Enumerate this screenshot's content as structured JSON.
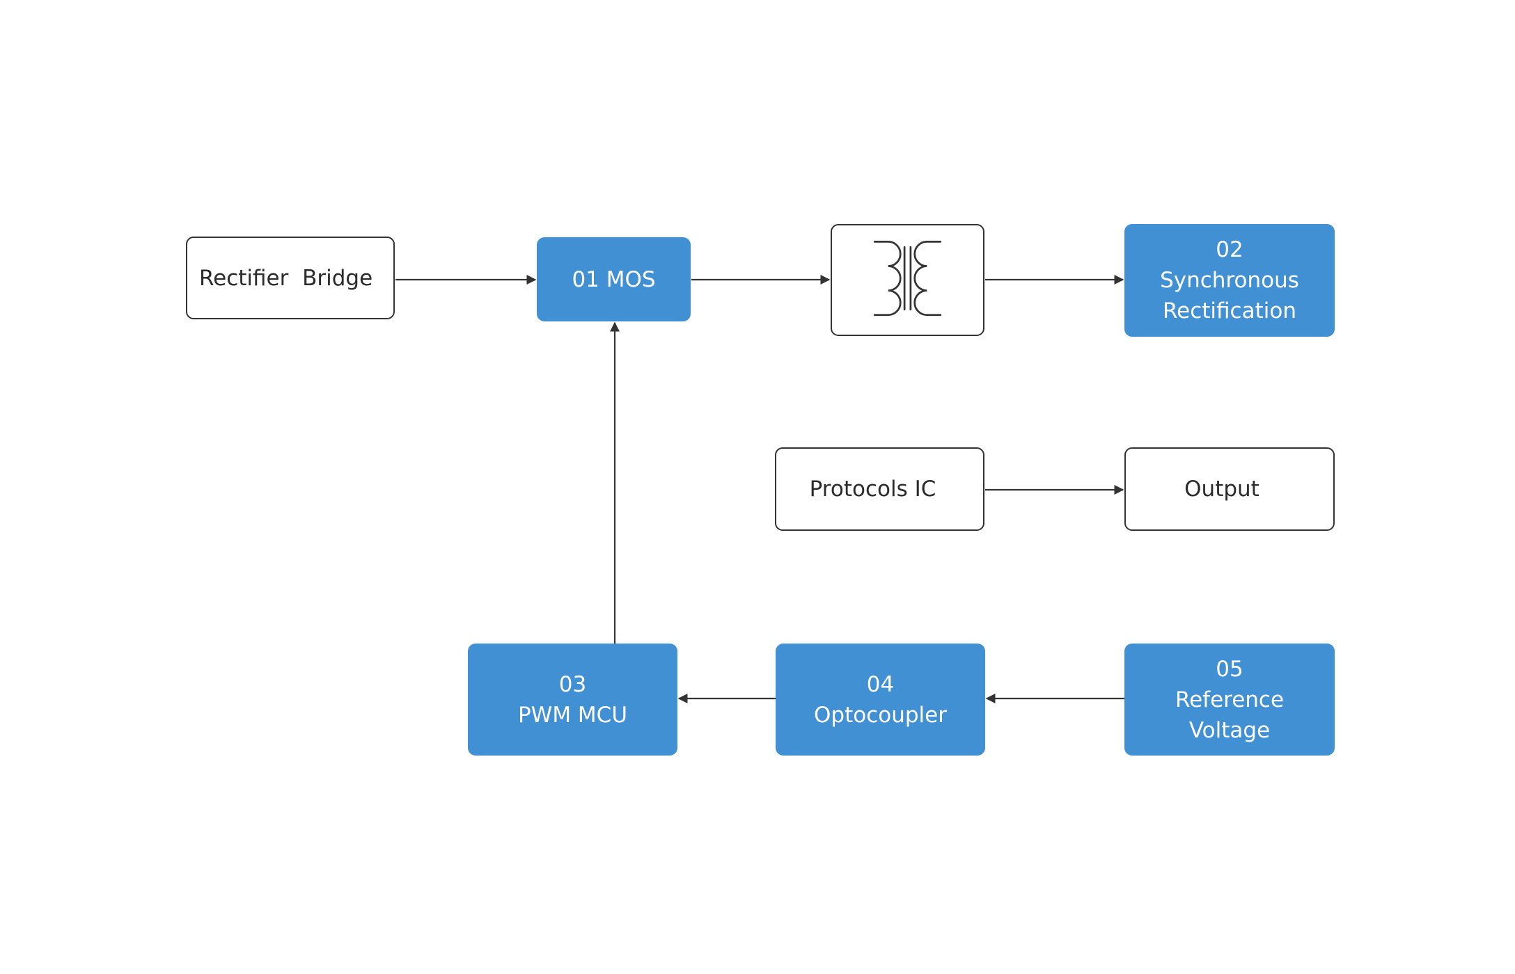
{
  "colors": {
    "accent_fill": "#4190d4",
    "outline": "#333333",
    "connector": "#333333",
    "text_dark": "#2b2b2b",
    "text_light": "#ffffff"
  },
  "nodes": {
    "rectifier_bridge": {
      "label": "Rectifier  Bridge"
    },
    "mos": {
      "label": "01 MOS"
    },
    "transformer": {
      "icon": "transformer-icon"
    },
    "synchronous_rectification": {
      "number": "02",
      "line1": "Synchronous",
      "line2": "Rectification"
    },
    "protocols_ic": {
      "label": "Protocols IC"
    },
    "output": {
      "label": "Output"
    },
    "pwm_mcu": {
      "number": "03",
      "line1": "PWM MCU"
    },
    "optocoupler": {
      "number": "04",
      "line1": "Optocoupler"
    },
    "reference_voltage": {
      "number": "05",
      "line1": "Reference",
      "line2": "Voltage"
    }
  },
  "edges": [
    {
      "from": "rectifier_bridge",
      "to": "mos"
    },
    {
      "from": "mos",
      "to": "transformer"
    },
    {
      "from": "transformer",
      "to": "synchronous_rectification"
    },
    {
      "from": "protocols_ic",
      "to": "output"
    },
    {
      "from": "reference_voltage",
      "to": "optocoupler"
    },
    {
      "from": "optocoupler",
      "to": "pwm_mcu"
    },
    {
      "from": "pwm_mcu",
      "to": "mos"
    }
  ]
}
